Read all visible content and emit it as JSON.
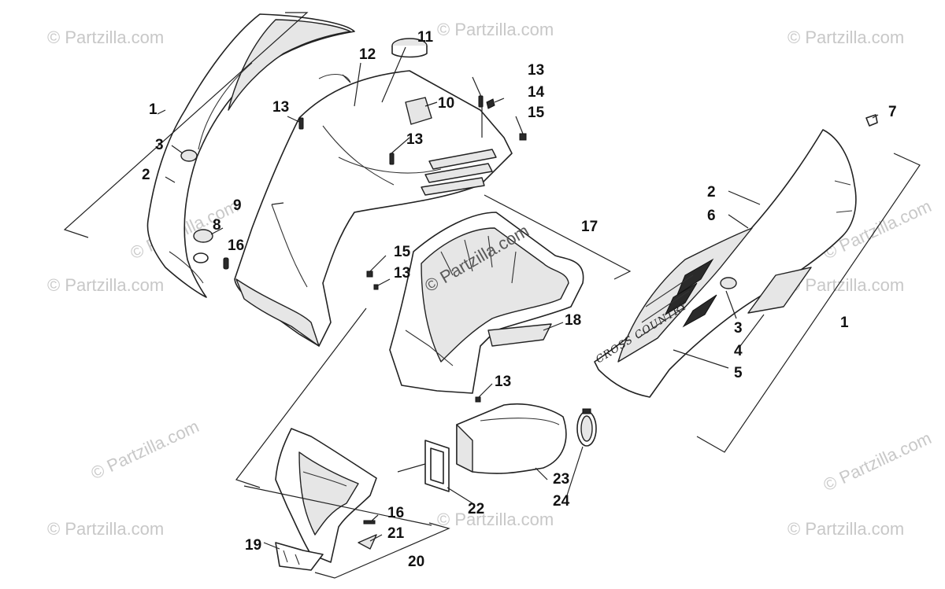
{
  "watermarks": {
    "corner": "© Partzilla.com",
    "center": "© Partzilla.com"
  },
  "decal_text": "CROSS COUNTRY",
  "callouts": {
    "c1_left": "1",
    "c1_right": "1",
    "c2_left": "2",
    "c2_right": "2",
    "c3_left": "3",
    "c3_right": "3",
    "c4": "4",
    "c5": "5",
    "c6": "6",
    "c7": "7",
    "c8": "8",
    "c9": "9",
    "c10": "10",
    "c11": "11",
    "c12": "12",
    "c13_a": "13",
    "c13_b": "13",
    "c13_c": "13",
    "c13_d": "13",
    "c13_e": "13",
    "c14": "14",
    "c15_a": "15",
    "c15_b": "15",
    "c16_a": "16",
    "c16_b": "16",
    "c17": "17",
    "c18": "18",
    "c19": "19",
    "c20": "20",
    "c21": "21",
    "c22": "22",
    "c23": "23",
    "c24": "24"
  }
}
